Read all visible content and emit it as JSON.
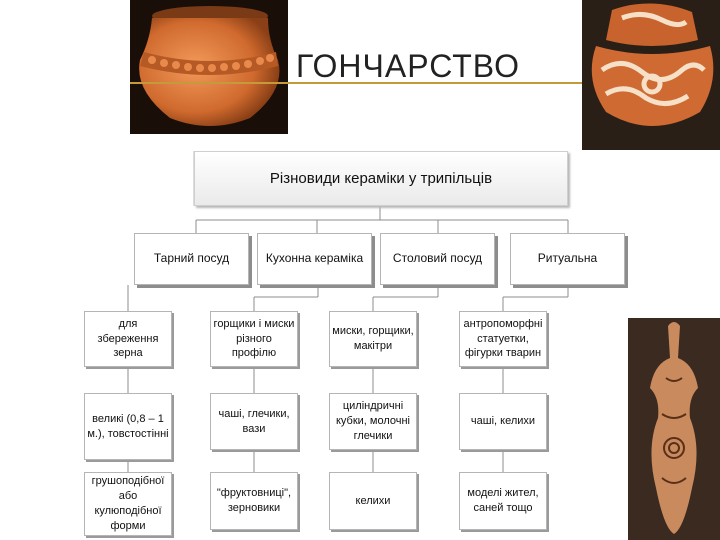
{
  "title": "ГОНЧАРСТВО",
  "diagram": {
    "root": "Різновиди кераміки у трипільців",
    "categories": [
      {
        "label": "Тарний посуд",
        "items": [
          "для збереження зерна",
          "великі (0,8 – 1 м.), товстостінні",
          "грушоподібної або кулюподібної форми"
        ]
      },
      {
        "label": "Кухонна кераміка",
        "items": [
          "горщики і миски різного профілю",
          "чаші, глечики, вази",
          "\"фруктовниці\", зерновики"
        ]
      },
      {
        "label": "Столовий посуд",
        "items": [
          "миски, горщики, макітри",
          "циліндричні кубки, молочні глечики",
          "келихи"
        ]
      },
      {
        "label": "Ритуальна",
        "items": [
          "антропоморфні статуетки, фігурки тварин",
          "чаші, келихи",
          "моделі жител, саней тощо"
        ]
      }
    ]
  },
  "colors": {
    "title_line": "#c59a3a",
    "pottery_orange": "#d9713a"
  },
  "decor": [
    "clay-pot-photo",
    "painted-pot-photo",
    "figurine-photo"
  ]
}
